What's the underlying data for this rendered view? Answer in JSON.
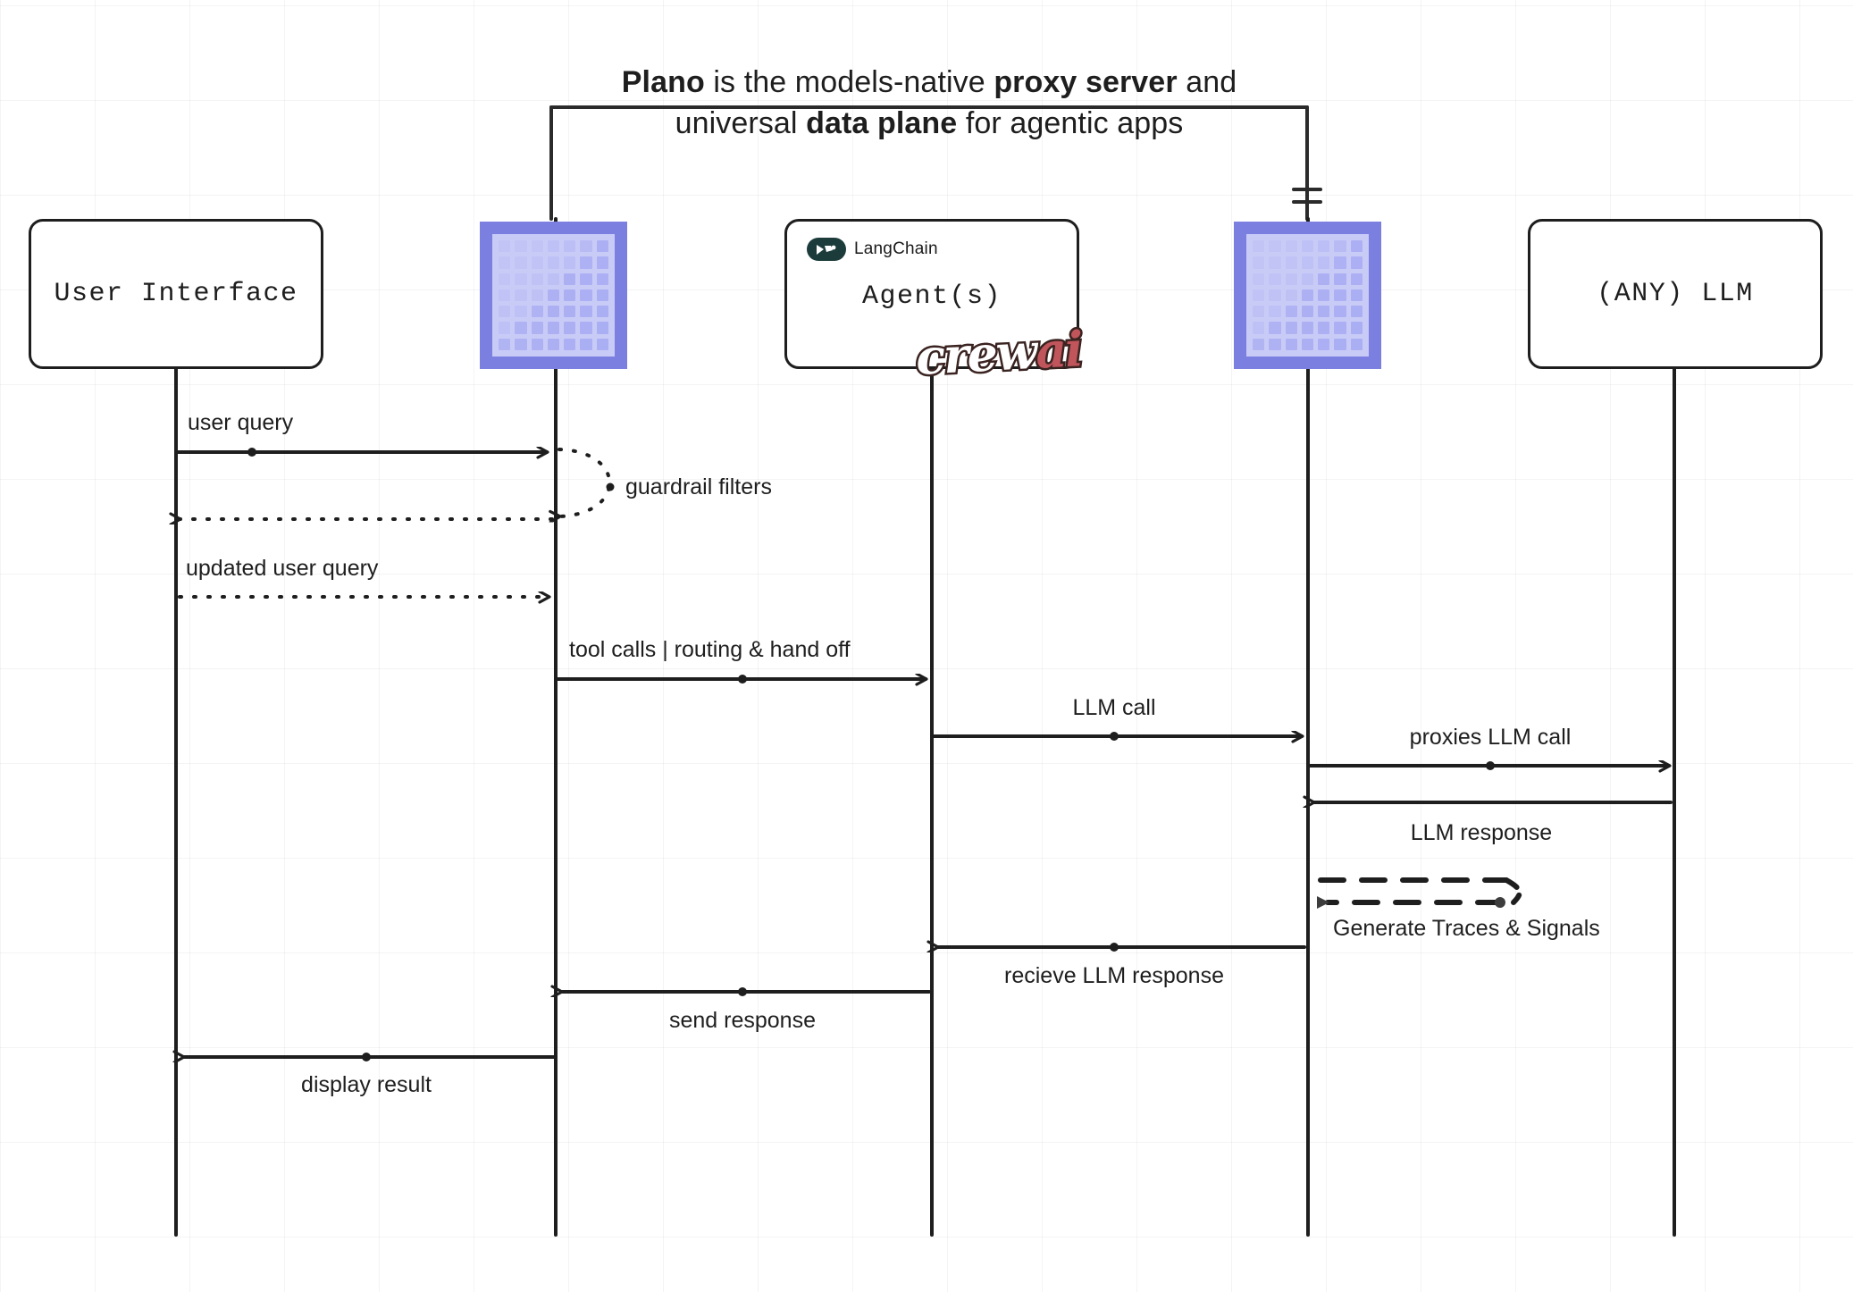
{
  "title": {
    "line1_pre": "Plano",
    "line1_mid": " is the models-native ",
    "line1_bold2": "proxy server",
    "line1_post": " and",
    "line2_pre": "universal ",
    "line2_bold": "data plane",
    "line2_post": " for agentic apps",
    "full": "Plano is the models-native proxy server and universal data plane for agentic apps"
  },
  "participants": [
    {
      "id": "user-interface",
      "label": "User Interface",
      "kind": "box"
    },
    {
      "id": "plano-ingress",
      "label": "Plano",
      "kind": "icon"
    },
    {
      "id": "agents",
      "label": "Agent(s)",
      "kind": "box",
      "badge": "LangChain",
      "logo": "crewai"
    },
    {
      "id": "plano-egress",
      "label": "Plano",
      "kind": "icon"
    },
    {
      "id": "any-llm",
      "label": "(ANY) LLM",
      "kind": "box"
    }
  ],
  "messages": [
    {
      "id": "m1",
      "label": "user query",
      "from": "user-interface",
      "to": "plano-ingress",
      "style": "solid",
      "direction": "right"
    },
    {
      "id": "m2",
      "label": "guardrail filters",
      "from": "plano-ingress",
      "to": "plano-ingress",
      "style": "dotted",
      "direction": "self"
    },
    {
      "id": "m3",
      "label": "",
      "from": "plano-ingress",
      "to": "user-interface",
      "style": "dotted",
      "direction": "left"
    },
    {
      "id": "m4",
      "label": "updated user query",
      "from": "user-interface",
      "to": "plano-ingress",
      "style": "dotted",
      "direction": "right"
    },
    {
      "id": "m5",
      "label": "tool calls | routing & hand off",
      "from": "plano-ingress",
      "to": "agents",
      "style": "solid",
      "direction": "right"
    },
    {
      "id": "m6",
      "label": "LLM call",
      "from": "agents",
      "to": "plano-egress",
      "style": "solid",
      "direction": "right"
    },
    {
      "id": "m7",
      "label": "proxies LLM call",
      "from": "plano-egress",
      "to": "any-llm",
      "style": "solid",
      "direction": "right"
    },
    {
      "id": "m8",
      "label": "LLM response",
      "from": "any-llm",
      "to": "plano-egress",
      "style": "solid",
      "direction": "left"
    },
    {
      "id": "m9",
      "label": "Generate Traces & Signals",
      "from": "plano-egress",
      "to": "plano-egress",
      "style": "dashed",
      "direction": "self"
    },
    {
      "id": "m10",
      "label": "recieve LLM response",
      "from": "plano-egress",
      "to": "agents",
      "style": "solid",
      "direction": "left"
    },
    {
      "id": "m11",
      "label": "send response",
      "from": "agents",
      "to": "plano-ingress",
      "style": "solid",
      "direction": "left"
    },
    {
      "id": "m12",
      "label": "display result",
      "from": "plano-ingress",
      "to": "user-interface",
      "style": "solid",
      "direction": "left"
    }
  ],
  "colors": {
    "stroke": "#1e1e1e",
    "plano_border": "#7b7fe0",
    "plano_fill": "#c9cbf7",
    "plano_cell": "#a9adf2",
    "langchain": "#1c3c3c",
    "crewai_dark": "#3a2320",
    "crewai_red": "#c0555c",
    "grid": "#f0f0f0",
    "background": "#ffffff"
  }
}
